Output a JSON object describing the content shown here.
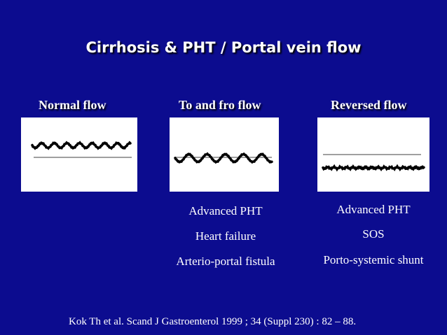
{
  "title": "Cirrhosis & PHT / Portal vein flow",
  "panels": [
    {
      "label": "Normal flow",
      "notes": []
    },
    {
      "label": "To and fro flow",
      "notes": [
        "Advanced PHT",
        "Heart failure",
        "Arterio-portal fistula"
      ]
    },
    {
      "label": "Reversed flow",
      "notes": [
        "Advanced PHT",
        "SOS",
        "Porto-systemic shunt"
      ]
    }
  ],
  "citation": "Kok Th et al. Scand J Gastroenterol 1999 ; 34 (Suppl 230) : 82 – 88.",
  "colors": {
    "background": "#0c0c8f",
    "text": "#ffffff",
    "waveform": "#000000",
    "baseline": "#808080"
  }
}
